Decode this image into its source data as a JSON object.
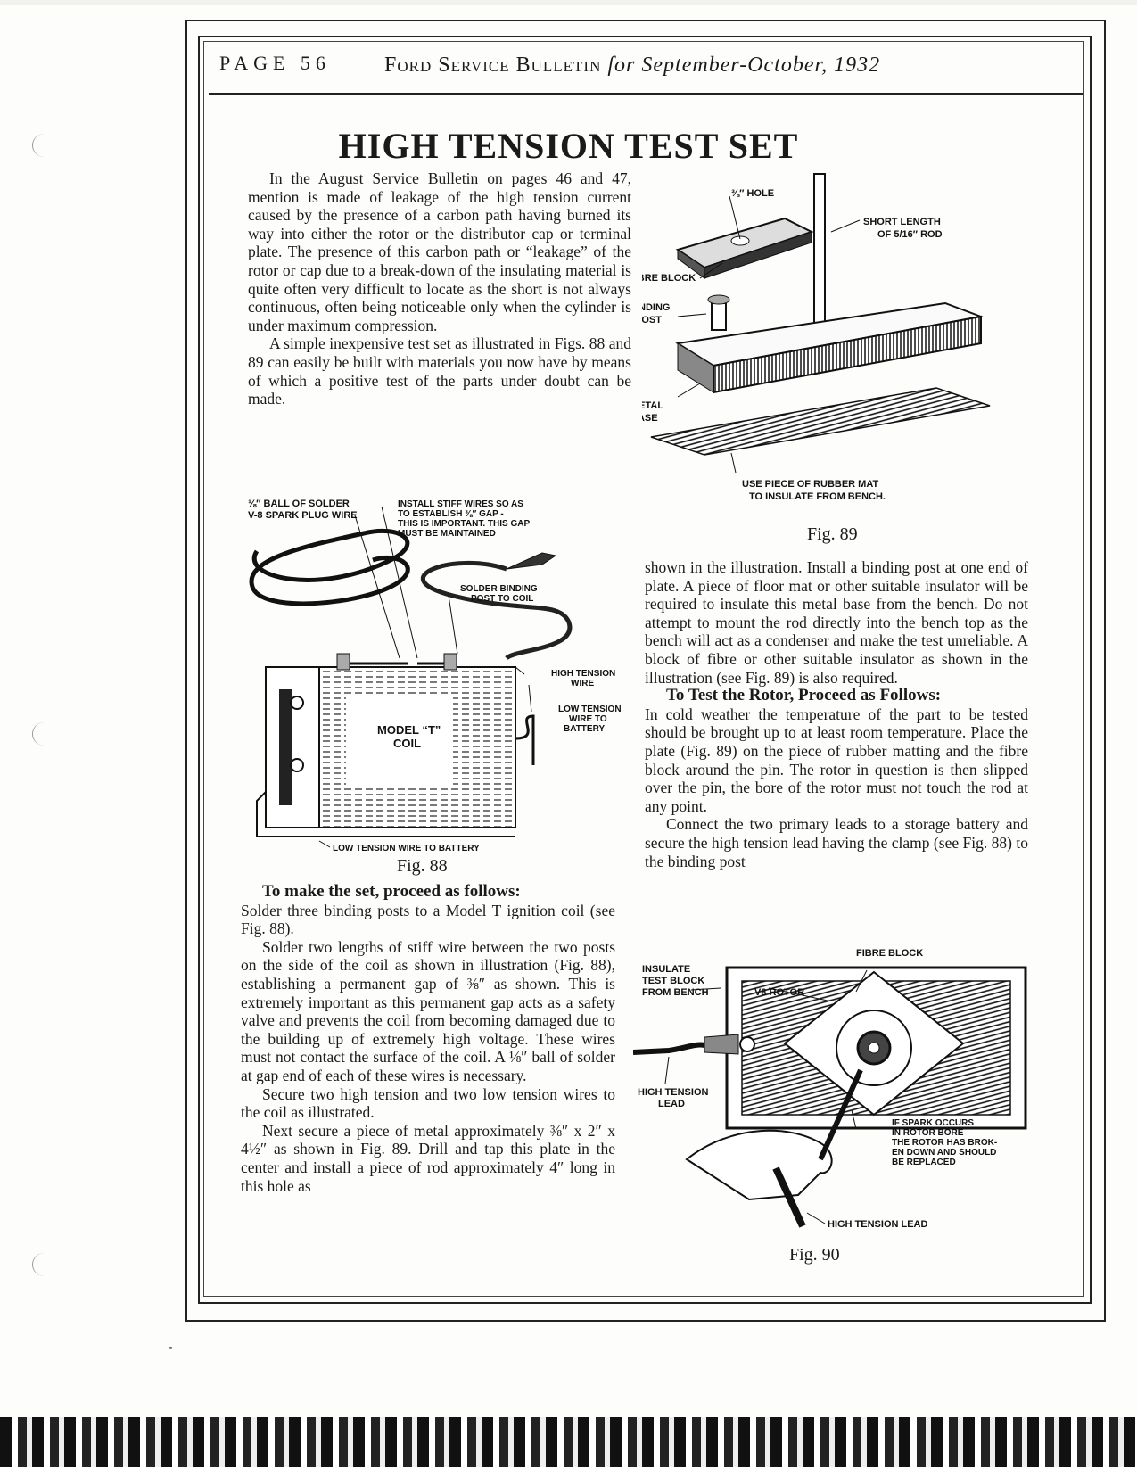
{
  "header": {
    "page_label": "PAGE 56",
    "publication": "Ford Service Bulletin",
    "issue": "for September-October, 1932"
  },
  "article": {
    "title": "HIGH TENSION TEST SET",
    "intro_p1": "In the August Service Bulletin on pages 46 and 47, mention is made of leakage of the high tension current caused by the presence of a carbon path having burned its way into either the rotor or the distributor cap or terminal plate. The presence of this carbon path or “leakage” of the rotor or cap due to a break-down of the insulating material is quite often very difficult to locate as the short is not always continuous, often being noticeable only when the cylinder is under maximum compression.",
    "intro_p2": "A simple inexpensive test set as illustrated in Figs. 88 and 89 can easily be built with materials you now have by means of which a positive test of the parts under doubt can be made.",
    "make_heading": "To make the set, proceed as follows:",
    "make_p1": "Solder three binding posts to a Model T ignition coil (see Fig. 88).",
    "make_p2": "Solder two lengths of stiff wire between the two posts on the side of the coil as shown in illustration (Fig. 88), establishing a permanent gap of ⅜″ as shown. This is extremely important as this permanent gap acts as a safety valve and prevents the coil from becoming damaged due to the building up of extremely high voltage. These wires must not contact the surface of the coil. A ⅛″ ball of solder at gap end of each of these wires is necessary.",
    "make_p3": "Secure two high tension and two low tension wires to the coil as illustrated.",
    "make_p4": "Next secure a piece of metal approximately ⅜″ x 2″ x 4½″ as shown in Fig. 89. Drill and tap this plate in the center and install a piece of rod approximately 4″ long in this hole as",
    "right_p1": "shown in the illustration. Install a binding post at one end of plate. A piece of floor mat or other suitable insulator will be required to insulate this metal base from the bench. Do not attempt to mount the rod directly into the bench top as the bench will act as a condenser and make the test unreliable. A block of fibre or other suitable insulator as shown in the illustration (see Fig. 89) is also required.",
    "rotor_heading": "To Test the Rotor, Proceed as Follows:",
    "rotor_p1": "In cold weather the temperature of the part to be tested should be brought up to at least room temperature. Place the plate (Fig. 89) on the piece of rubber matting and the fibre block around the pin. The rotor in question is then slipped over the pin, the bore of the rotor must not touch the rod at any point.",
    "rotor_p2": "Connect the two primary leads to a storage battery and secure the high tension lead having the clamp (see Fig. 88) to the binding post"
  },
  "fig88": {
    "caption": "Fig. 88",
    "l_ball": "⅛″ BALL OF SOLDER",
    "l_spark": "V-8 SPARK PLUG WIRE",
    "l_install1": "INSTALL STIFF WIRES SO AS",
    "l_install2": "TO ESTABLISH ⅜″ GAP -",
    "l_install3": "THIS IS IMPORTANT. THIS GAP",
    "l_install4": "MUST BE MAINTAINED",
    "l_solder1": "SOLDER BINDING",
    "l_solder2": "POST TO COIL",
    "l_high1": "HIGH TENSION",
    "l_high2": "WIRE",
    "l_low1": "LOW TENSION",
    "l_low2": "WIRE TO",
    "l_low3": "BATTERY",
    "l_model1": "MODEL “T”",
    "l_model2": "COIL",
    "l_lowbat": "LOW TENSION WIRE TO BATTERY"
  },
  "fig89": {
    "caption": "Fig. 89",
    "l_hole": "⅜″ HOLE",
    "l_short1": "SHORT LENGTH",
    "l_short2": "OF 5/16″ ROD",
    "l_fibre": "FIBRE BLOCK",
    "l_bind1": "BINDING",
    "l_bind2": "POST",
    "l_metal1": "METAL",
    "l_metal2": "BASE",
    "l_mat1": "USE PIECE OF RUBBER MAT",
    "l_mat2": "TO INSULATE FROM BENCH."
  },
  "fig90": {
    "caption": "Fig. 90",
    "l_fibre": "FIBRE BLOCK",
    "l_ins1": "INSULATE",
    "l_ins2": "TEST BLOCK",
    "l_ins3": "FROM BENCH",
    "l_rotor": "V8 ROTOR",
    "l_htl1": "HIGH TENSION",
    "l_htl2": "LEAD",
    "l_spark1": "IF SPARK OCCURS",
    "l_spark2": "IN ROTOR BORE",
    "l_spark3": "THE ROTOR HAS BROK-",
    "l_spark4": "EN DOWN AND SHOULD",
    "l_spark5": "BE REPLACED",
    "l_htlead": "HIGH TENSION LEAD"
  }
}
